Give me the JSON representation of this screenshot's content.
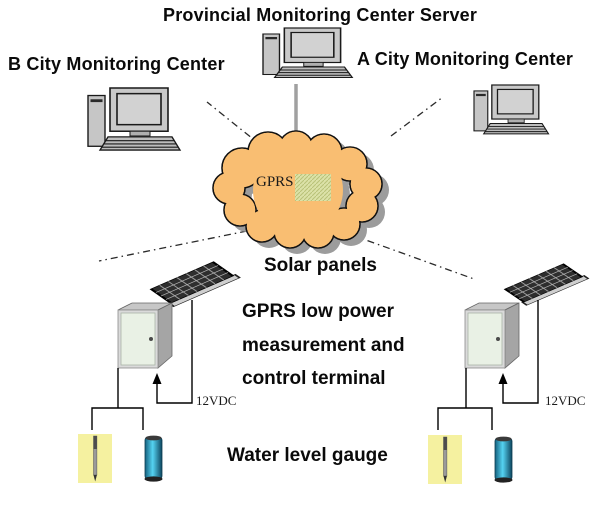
{
  "labels": {
    "title": "Provincial Monitoring Center Server",
    "b_city": "B City Monitoring Center",
    "a_city": "A City Monitoring Center",
    "cloud": "GPRS",
    "solar": "Solar panels",
    "terminal_lines": [
      "GPRS low power",
      "measurement and",
      "control terminal"
    ],
    "water": "Water level gauge",
    "dc_left": "12VDC",
    "dc_right": "12VDC"
  },
  "colors": {
    "cloud_fill": "#F9BE72",
    "cloud_shadow": "#9C9C9C",
    "cloud_outline": "#111111",
    "hatch_fill": "#DCE2A8",
    "solar_panel": "#2E2E2E",
    "cabinet_front": "#DADADA",
    "cabinet_door": "#E9F1E5",
    "gauge_background": "#F5F1A0",
    "cylinder_blue": "#3FC1E3",
    "connector": "#000000",
    "uplink_line": "#A0A0A0"
  },
  "icons": {
    "computer": "desktop-pc-icon",
    "cloud": "gprs-cloud-icon",
    "solar": "solar-panel-icon",
    "cabinet": "terminal-cabinet-icon",
    "probe": "water-level-probe-icon",
    "cylinder": "sensor-cylinder-icon"
  }
}
